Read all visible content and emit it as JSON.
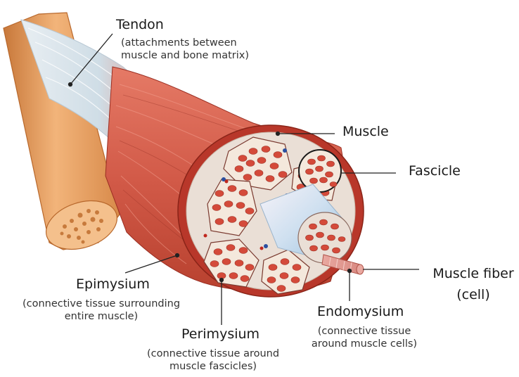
{
  "labels": {
    "tendon": {
      "title": "Tendon",
      "desc": [
        "(attachments between",
        "muscle and bone matrix)"
      ]
    },
    "muscle": {
      "title": "Muscle"
    },
    "fascicle": {
      "title": "Fascicle"
    },
    "muscle_fiber": {
      "title": "Muscle fiber",
      "title2": "(cell)"
    },
    "epimysium": {
      "title": "Epimysium",
      "desc": [
        "(connective tissue surrounding",
        "entire muscle)"
      ]
    },
    "perimysium": {
      "title": "Perimysium",
      "desc": [
        "(connective tissue around",
        "muscle fascicles)"
      ]
    },
    "endomysium": {
      "title": "Endomysium",
      "desc": [
        "(connective tissue",
        "around muscle cells)"
      ]
    }
  },
  "colors": {
    "bone": "#e8a062",
    "bone_edge": "#b8682c",
    "muscle": "#d25a48",
    "muscle_dark": "#a82e24",
    "fascicle_fill": "#f4e8dc",
    "fiber": "#c83a2c",
    "tendon": "#dfe9f0",
    "leader": "#222222"
  }
}
